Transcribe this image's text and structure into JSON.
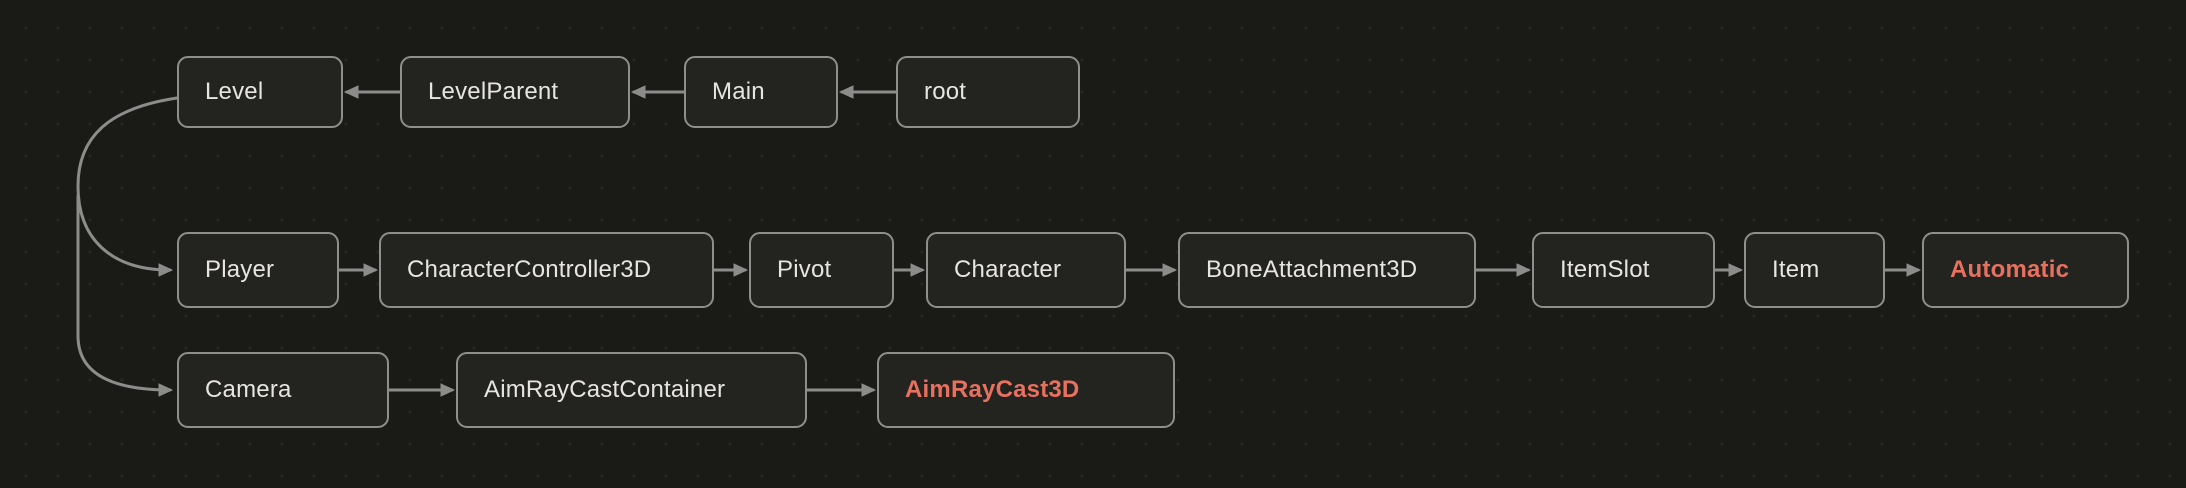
{
  "colors": {
    "background": "#1a1a17",
    "grid_dot": "#27271f",
    "node_fill": "#23231f",
    "node_border": "#8e8e8c",
    "node_text": "#e7e5e2",
    "accent_text": "#e8705f",
    "edge": "#8c8c8a"
  },
  "nodes": [
    {
      "id": "level",
      "label": "Level"
    },
    {
      "id": "level-parent",
      "label": "LevelParent"
    },
    {
      "id": "main",
      "label": "Main"
    },
    {
      "id": "root",
      "label": "root"
    },
    {
      "id": "player",
      "label": "Player"
    },
    {
      "id": "character-controller-3d",
      "label": "CharacterController3D"
    },
    {
      "id": "pivot",
      "label": "Pivot"
    },
    {
      "id": "character",
      "label": "Character"
    },
    {
      "id": "bone-attachment-3d",
      "label": "BoneAttachment3D"
    },
    {
      "id": "item-slot",
      "label": "ItemSlot"
    },
    {
      "id": "item",
      "label": "Item"
    },
    {
      "id": "automatic",
      "label": "Automatic",
      "accent": true
    },
    {
      "id": "camera",
      "label": "Camera"
    },
    {
      "id": "aim-ray-cast-container",
      "label": "AimRayCastContainer"
    },
    {
      "id": "aim-ray-cast-3d",
      "label": "AimRayCast3D",
      "accent": true
    }
  ],
  "edges": [
    {
      "from": "root",
      "to": "Main"
    },
    {
      "from": "Main",
      "to": "LevelParent"
    },
    {
      "from": "LevelParent",
      "to": "Level"
    },
    {
      "from": "Level",
      "to": "Player"
    },
    {
      "from": "Level",
      "to": "Camera"
    },
    {
      "from": "Player",
      "to": "CharacterController3D"
    },
    {
      "from": "CharacterController3D",
      "to": "Pivot"
    },
    {
      "from": "Pivot",
      "to": "Character"
    },
    {
      "from": "Character",
      "to": "BoneAttachment3D"
    },
    {
      "from": "BoneAttachment3D",
      "to": "ItemSlot"
    },
    {
      "from": "ItemSlot",
      "to": "Item"
    },
    {
      "from": "Item",
      "to": "Automatic"
    },
    {
      "from": "Camera",
      "to": "AimRayCastContainer"
    },
    {
      "from": "AimRayCastContainer",
      "to": "AimRayCast3D"
    }
  ]
}
